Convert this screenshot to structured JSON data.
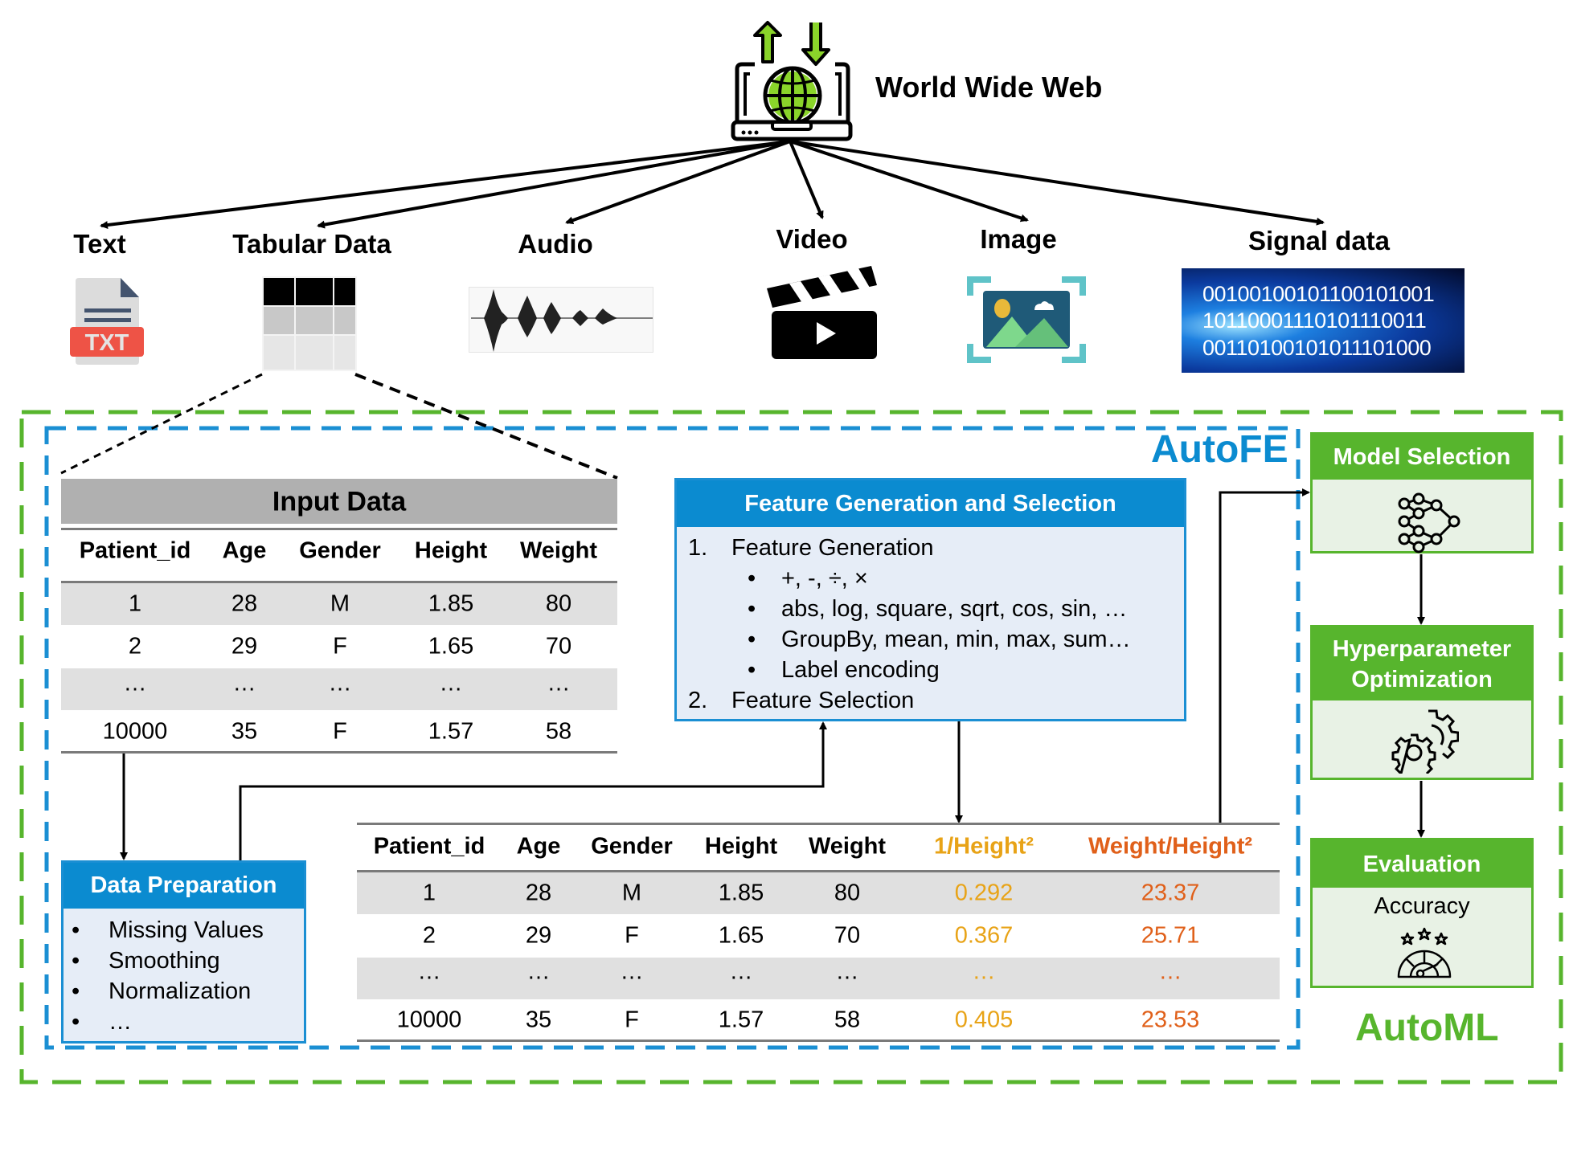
{
  "source": {
    "label": "World Wide Web",
    "icon": "laptop-globe-upload-download-icon"
  },
  "media_types": [
    {
      "label": "Text",
      "icon": "txt-file-icon",
      "icon_text": "TXT"
    },
    {
      "label": "Tabular Data",
      "icon": "table-icon"
    },
    {
      "label": "Audio",
      "icon": "audio-waveform-icon"
    },
    {
      "label": "Video",
      "icon": "clapperboard-icon"
    },
    {
      "label": "Image",
      "icon": "image-frame-icon"
    },
    {
      "label": "Signal data",
      "icon": "binary-signal-icon",
      "binary_lines": [
        "00100100101100101001",
        "10110001110101110011",
        "00110100101011101000"
      ]
    }
  ],
  "autofe": {
    "label": "AutoFE",
    "color": "#0b8bd0",
    "input_table": {
      "title": "Input Data",
      "columns": [
        "Patient_id",
        "Age",
        "Gender",
        "Height",
        "Weight"
      ],
      "rows": [
        [
          "1",
          "28",
          "M",
          "1.85",
          "80"
        ],
        [
          "2",
          "29",
          "F",
          "1.65",
          "70"
        ],
        [
          "…",
          "…",
          "…",
          "…",
          "…"
        ],
        [
          "10000",
          "35",
          "F",
          "1.57",
          "58"
        ]
      ]
    },
    "data_preparation": {
      "title": "Data Preparation",
      "bullets": [
        "Missing Values",
        "Smoothing",
        "Normalization",
        "…"
      ]
    },
    "feature_box": {
      "title": "Feature Generation and Selection",
      "items": [
        {
          "num": "1.",
          "text": "Feature Generation"
        },
        {
          "bullet": "•",
          "text": "+, -, ÷, ×"
        },
        {
          "bullet": "•",
          "text": "abs, log, square, sqrt, cos, sin, …"
        },
        {
          "bullet": "•",
          "text": "GroupBy, mean, min, max, sum…"
        },
        {
          "bullet": "•",
          "text": "Label encoding"
        },
        {
          "num": "2.",
          "text": "Feature Selection"
        }
      ]
    },
    "output_table": {
      "columns": [
        "Patient_id",
        "Age",
        "Gender",
        "Height",
        "Weight",
        "1/Height²",
        "Weight/Height²"
      ],
      "column_colors": [
        "#000000",
        "#000000",
        "#000000",
        "#000000",
        "#000000",
        "#e8a317",
        "#e0601a"
      ],
      "rows": [
        [
          "1",
          "28",
          "M",
          "1.85",
          "80",
          "0.292",
          "23.37"
        ],
        [
          "2",
          "29",
          "F",
          "1.65",
          "70",
          "0.367",
          "25.71"
        ],
        [
          "…",
          "…",
          "…",
          "…",
          "…",
          "…",
          "…"
        ],
        [
          "10000",
          "35",
          "F",
          "1.57",
          "58",
          "0.405",
          "23.53"
        ]
      ]
    }
  },
  "automl": {
    "label": "AutoML",
    "color": "#57b52d",
    "steps": [
      {
        "title": "Model Selection",
        "icon": "neural-network-icon"
      },
      {
        "title": "Hyperparameter Optimization",
        "icon": "gears-icon"
      },
      {
        "title": "Evaluation",
        "subtitle": "Accuracy",
        "icon": "rating-gauge-icon"
      }
    ]
  }
}
